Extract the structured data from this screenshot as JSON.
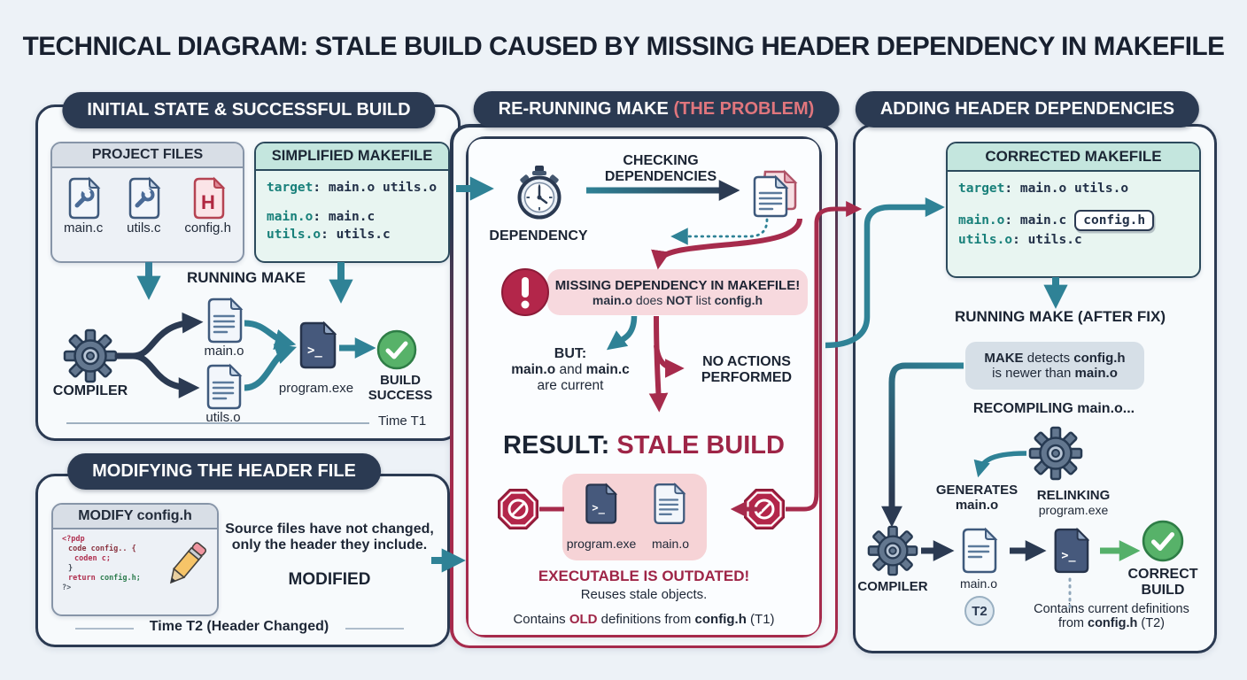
{
  "title": "TECHNICAL DIAGRAM: STALE BUILD CAUSED BY MISSING HEADER DEPENDENCY IN MAKEFILE",
  "colors": {
    "navy": "#2b3a52",
    "teal": "#2f8296",
    "crimson": "#a62b4c",
    "green": "#55b06a",
    "makefile_key_teal": "#18807a"
  },
  "panel_initial": {
    "header": "INITIAL STATE & SUCCESSFUL BUILD",
    "project_files": {
      "title": "PROJECT FILES",
      "files": [
        "main.c",
        "utils.c",
        "config.h"
      ]
    },
    "makefile": {
      "title": "SIMPLIFIED MAKEFILE",
      "lines": [
        {
          "key": "target",
          "rest": ": main.o utils.o"
        },
        {
          "key": "main.o",
          "rest": ": main.c"
        },
        {
          "key": "utils.o",
          "rest": ": utils.c"
        }
      ]
    },
    "running_make": "RUNNING MAKE",
    "compiler": "COMPILER",
    "obj1": "main.o",
    "obj2": "utils.o",
    "program": "program.exe",
    "build_success_1": "BUILD",
    "build_success_2": "SUCCESS",
    "time": "Time T1"
  },
  "panel_modify": {
    "header": "MODIFYING THE HEADER FILE",
    "modify_box_title": "MODIFY config.h",
    "code": {
      "l1": "<?pdp",
      "l2": "code config.. {",
      "l3": "coden c;",
      "l4": "}",
      "l5a": "return ",
      "l5b": "config.h;",
      "l6": "?>"
    },
    "note_1": "Source files have not changed,",
    "note_2": "only the header they include.",
    "modified": "MODIFIED",
    "time": "Time T2 (Header Changed)"
  },
  "panel_problem": {
    "header_white": "RE-RUNNING MAKE ",
    "header_red": "(THE PROBLEM)",
    "dependency": "DEPENDENCY",
    "checking_1": "CHECKING",
    "checking_2": "DEPENDENCIES",
    "banner_line1": "MISSING DEPENDENCY IN MAKEFILE!",
    "banner_b1": "main.o",
    "banner_t1": " does ",
    "banner_b2": "NOT",
    "banner_t2": " list ",
    "banner_b3": "config.h",
    "but": "BUT:",
    "but_b1": "main.o",
    "but_t1": " and ",
    "but_b2": "main.c",
    "but_line3": "are current",
    "no_actions_1": "NO ACTIONS",
    "no_actions_2": "PERFORMED",
    "result_label": "RESULT: ",
    "result_value": "STALE BUILD",
    "program": "program.exe",
    "obj": "main.o",
    "outdated": "EXECUTABLE IS OUTDATED!",
    "reuses": "Reuses stale objects.",
    "contains_t1": "Contains ",
    "contains_b1": "OLD",
    "contains_t2": " definitions from ",
    "contains_b2": "config.h",
    "contains_t3": " (T1)"
  },
  "panel_fix": {
    "header": "ADDING HEADER DEPENDENCIES",
    "makefile": {
      "title": "CORRECTED MAKEFILE",
      "line1": {
        "key": "target",
        "rest": ": main.o utils.o"
      },
      "line2": {
        "key": "main.o",
        "rest": ": main.c",
        "chip": "config.h"
      },
      "line3": {
        "key": "utils.o",
        "rest": ": utils.c"
      }
    },
    "running_make": "RUNNING MAKE (AFTER FIX)",
    "detect_b1": "MAKE",
    "detect_t1": " detects ",
    "detect_b2": "config.h",
    "detect_t2": "is newer than ",
    "detect_b3": "main.o",
    "recompiling": "RECOMPILING main.o...",
    "generates_1": "GENERATES",
    "generates_2": "main.o",
    "relinking_1": "RELINKING",
    "relinking_2": "program.exe",
    "compiler": "COMPILER",
    "obj": "main.o",
    "t2_badge": "T2",
    "correct_1": "CORRECT",
    "correct_2": "BUILD",
    "contains_1": "Contains current definitions",
    "contains_t1": "from ",
    "contains_b1": "config.h",
    "contains_t2": " (T2)"
  },
  "icons": [
    "source-file-icon",
    "header-file-icon",
    "object-file-icon",
    "executable-file-icon",
    "gear-icon",
    "stopwatch-icon",
    "documents-icon",
    "check-circle-icon",
    "stop-sign-icon",
    "exclamation-icon",
    "pencil-icon",
    "t2-badge"
  ]
}
